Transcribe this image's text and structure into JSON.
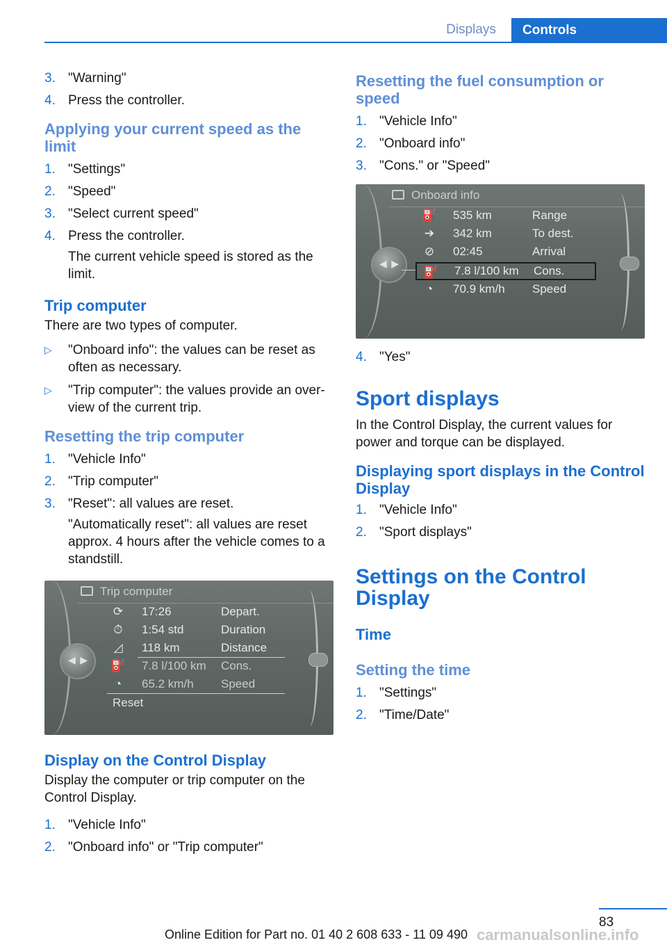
{
  "header": {
    "section": "Displays",
    "tab": "Controls"
  },
  "left": {
    "warning_steps": [
      {
        "num": "3.",
        "text": "\"Warning\""
      },
      {
        "num": "4.",
        "text": "Press the controller."
      }
    ],
    "apply_heading": "Applying your current speed as the limit",
    "apply_steps": [
      {
        "num": "1.",
        "text": "\"Settings\""
      },
      {
        "num": "2.",
        "text": "\"Speed\""
      },
      {
        "num": "3.",
        "text": "\"Select current speed\""
      },
      {
        "num": "4.",
        "text": "Press the controller."
      }
    ],
    "apply_note": "The current vehicle speed is stored as the limit.",
    "trip_heading": "Trip computer",
    "trip_intro": "There are two types of computer.",
    "trip_bullets": [
      "\"Onboard info\": the values can be reset as often as necessary.",
      "\"Trip computer\": the values provide an over­view of the current trip."
    ],
    "reset_heading": "Resetting the trip computer",
    "reset_steps": [
      {
        "num": "1.",
        "text": "\"Vehicle Info\""
      },
      {
        "num": "2.",
        "text": "\"Trip computer\""
      },
      {
        "num": "3.",
        "text": "\"Reset\": all values are reset."
      }
    ],
    "reset_note": "\"Automatically reset\": all values are reset approx. 4 hours after the vehicle comes to a standstill.",
    "trip_screen": {
      "title": "Trip computer",
      "rows": [
        {
          "icon": "depart-icon",
          "glyph": "⟳",
          "value": "17:26",
          "label": "Depart."
        },
        {
          "icon": "stopwatch-icon",
          "glyph": "⏱",
          "value": "1:54 std",
          "label": "Duration"
        },
        {
          "icon": "distance-icon",
          "glyph": "◿",
          "value": "118 km",
          "label": "Distance"
        },
        {
          "icon": "fuel-pump-icon",
          "glyph": "⛽",
          "value": "7.8 l/100 km",
          "label": "Cons."
        },
        {
          "icon": "speedometer-icon",
          "glyph": "◔",
          "value": "65.2 km/h",
          "label": "Speed"
        }
      ],
      "reset_label": "Reset"
    },
    "display_heading": "Display on the Control Display",
    "display_intro": "Display the computer or trip computer on the Control Display.",
    "display_steps": [
      {
        "num": "1.",
        "text": "\"Vehicle Info\""
      },
      {
        "num": "2.",
        "text": "\"Onboard info\" or \"Trip computer\""
      }
    ]
  },
  "right": {
    "fuel_heading": "Resetting the fuel consumption or speed",
    "fuel_steps": [
      {
        "num": "1.",
        "text": "\"Vehicle Info\""
      },
      {
        "num": "2.",
        "text": "\"Onboard info\""
      },
      {
        "num": "3.",
        "text": "\"Cons.\" or \"Speed\""
      }
    ],
    "onboard_screen": {
      "title": "Onboard info",
      "rows": [
        {
          "icon": "fuel-pump-icon",
          "glyph": "⛽",
          "value": "535 km",
          "label": "Range"
        },
        {
          "icon": "destination-arrow-icon",
          "glyph": "➔",
          "value": "342 km",
          "label": "To dest."
        },
        {
          "icon": "arrival-clock-icon",
          "glyph": "⊘",
          "value": "02:45",
          "label": "Arrival"
        },
        {
          "icon": "fuel-pump-icon",
          "glyph": "⛽",
          "value": "7.8 l/100 km",
          "label": "Cons."
        },
        {
          "icon": "speedometer-icon",
          "glyph": "◔",
          "value": "70.9 km/h",
          "label": "Speed"
        }
      ]
    },
    "yes_step": {
      "num": "4.",
      "text": "\"Yes\""
    },
    "sport_heading": "Sport displays",
    "sport_intro": "In the Control Display, the current values for power and torque can be displayed.",
    "sport_sub_heading": "Displaying sport displays in the Control Display",
    "sport_steps": [
      {
        "num": "1.",
        "text": "\"Vehicle Info\""
      },
      {
        "num": "2.",
        "text": "\"Sport displays\""
      }
    ],
    "settings_heading": "Settings on the Control Display",
    "time_heading": "Time",
    "set_time_heading": "Setting the time",
    "time_steps": [
      {
        "num": "1.",
        "text": "\"Settings\""
      },
      {
        "num": "2.",
        "text": "\"Time/Date\""
      }
    ]
  },
  "footer": {
    "page_number": "83",
    "edition": "Online Edition for Part no. 01 40 2 608 633 - 11 09 490",
    "watermark": "carmanualsonline.info"
  }
}
